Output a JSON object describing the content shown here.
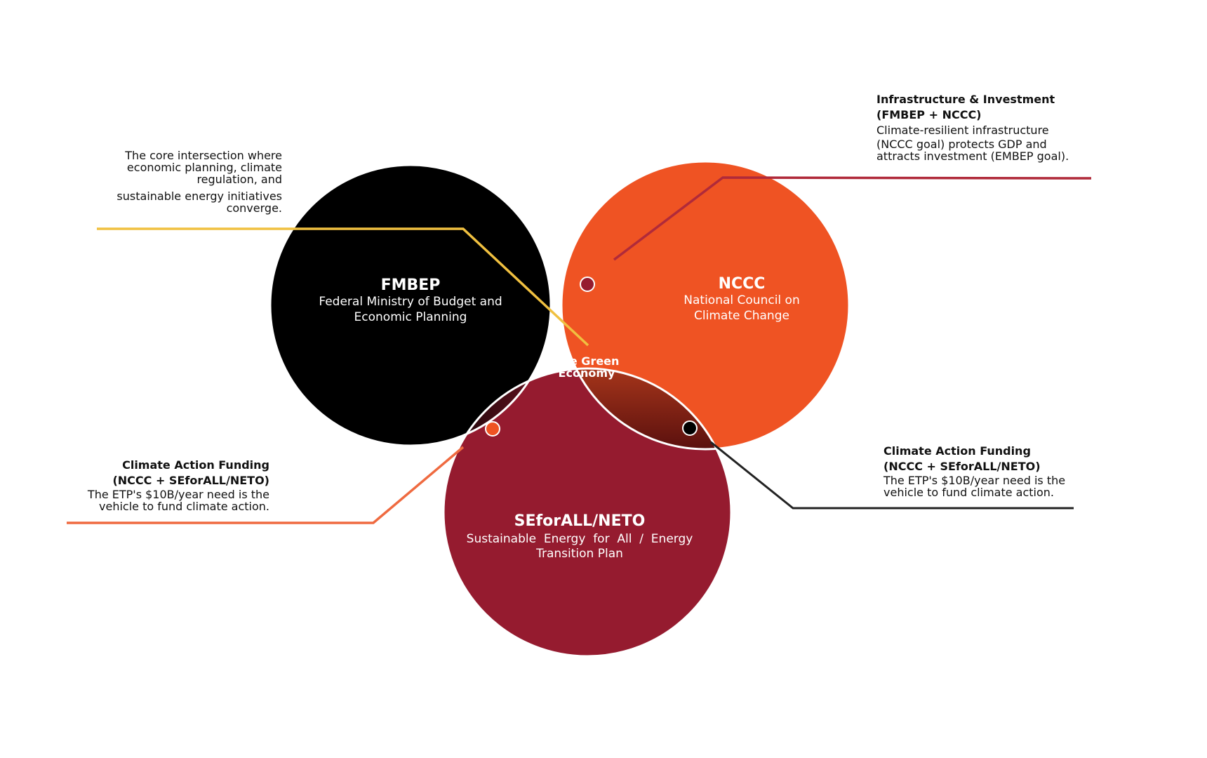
{
  "circles": {
    "fmbep": {
      "title": "FMBEP",
      "subtitle_line1": "Federal Ministry of Budget and",
      "subtitle_line2": "Economic Planning",
      "color": "#000000"
    },
    "nccc": {
      "title": "NCCC",
      "subtitle_line1": "National Council on",
      "subtitle_line2": "Climate Change",
      "color": "#ef5323"
    },
    "seforall": {
      "title": "SEforALL/NETO",
      "subtitle_line1": "Sustainable  Energy  for  All  /  Energy",
      "subtitle_line2": "Transition Plan",
      "color": "#951b2f"
    }
  },
  "center": {
    "line1": "The Green",
    "line2": "Economy"
  },
  "callouts": {
    "core": {
      "line1": "The core intersection where",
      "line2": "economic planning, climate",
      "line3": "regulation, and",
      "line4": "sustainable energy initiatives",
      "line5": "converge.",
      "line_color": "#f0c040"
    },
    "infrastructure": {
      "title": "Infrastructure & Investment",
      "subtitle": "(FMBEP + NCCC)",
      "body_line1": "Climate-resilient infrastructure",
      "body_line2": "(NCCC goal) protects GDP and",
      "body_line3": "attracts investment (EMBEP goal).",
      "line_color": "#b02a3a"
    },
    "funding_left": {
      "title": "Climate Action Funding",
      "subtitle": "(NCCC + SEforALL/NETO)",
      "body_line1": "The ETP's $10B/year need is the",
      "body_line2": "vehicle to fund climate action.",
      "line_color": "#ef6a40"
    },
    "funding_right": {
      "title": "Climate Action Funding",
      "subtitle": "(NCCC + SEforALL/NETO)",
      "body_line1": "The ETP's $10B/year need is the",
      "body_line2": "vehicle to fund climate action.",
      "line_color": "#222222"
    }
  },
  "markers": {
    "top": "#951b2f",
    "left": "#ef5323",
    "right": "#000000"
  }
}
